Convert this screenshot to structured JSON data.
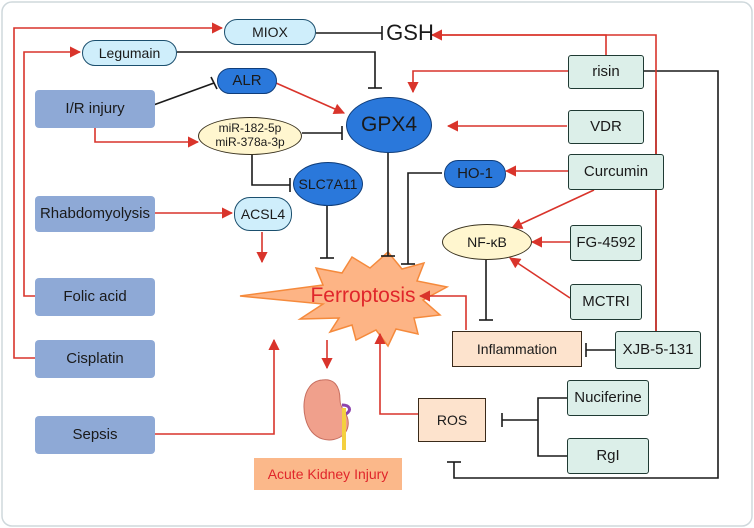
{
  "nodes": {
    "gsh": "GSH",
    "miox": "MIOX",
    "legumain": "Legumain",
    "ir_injury": "I/R injury",
    "alr": "ALR",
    "gpx4": "GPX4",
    "mir_line1": "miR-182-5p",
    "mir_line2": "miR-378a-3p",
    "slc7a11": "SLC7A11",
    "rhabdomyolysis": "Rhabdomyolysis",
    "acsl4": "ACSL4",
    "folic_acid": "Folic acid",
    "cisplatin": "Cisplatin",
    "sepsis": "Sepsis",
    "ferroptosis": "Ferroptosis",
    "aki": "Acute Kidney Injury",
    "ros": "ROS",
    "inflammation": "Inflammation",
    "nfkb": "NF-κB",
    "ho1": "HO-1",
    "risin": "risin",
    "vdr": "VDR",
    "curcumin": "Curcumin",
    "fg4592": "FG-4592",
    "mctri": "MCTRI",
    "xjb": "XJB-5-131",
    "nuciferine": "Nuciferine",
    "rgi": "RgI"
  },
  "colors": {
    "promote_arrow": "#d9342b",
    "inhibit_line": "#1a1a1a",
    "ferroptosis_text": "#e0262b",
    "aki_text": "#e0262b"
  }
}
